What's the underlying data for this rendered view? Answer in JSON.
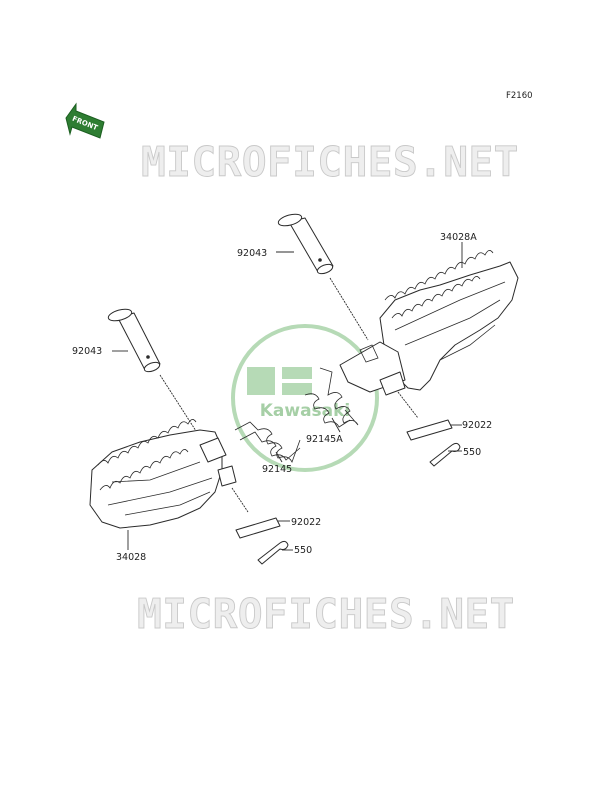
{
  "figure_code": "F2160",
  "front_badge": "FRONT",
  "watermark": "MICROFICHES.NET",
  "brand_logo_text": "Kawasaki",
  "parts": {
    "pin_right": "92043",
    "footpeg_right": "34028A",
    "washer_right": "92022",
    "cotter_right": "550",
    "spring_right": "92145A",
    "spring_left": "92145",
    "pin_left": "92043",
    "footpeg_left": "34028",
    "washer_left": "92022",
    "cotter_left": "550"
  },
  "colors": {
    "front_badge": "#2e7d32",
    "logo": "#9ccc9c",
    "watermark_fill": "#eeeeee",
    "watermark_stroke": "#c9c9c9"
  }
}
